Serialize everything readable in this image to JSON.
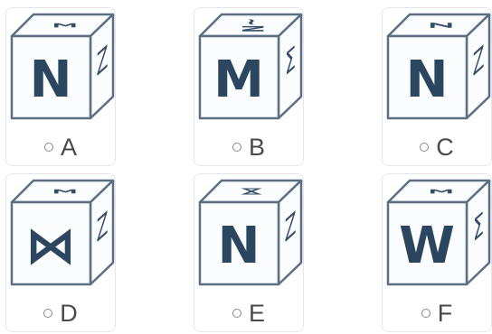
{
  "options": [
    {
      "label": "A",
      "front": "N",
      "top": "Σ",
      "side": "Z"
    },
    {
      "label": "B",
      "front": "M",
      "top": "~N",
      "side": "Σ"
    },
    {
      "label": "C",
      "front": "N",
      "top": "Z",
      "side": "Z"
    },
    {
      "label": "D",
      "front": "⋈",
      "top": "Σ",
      "side": "Z"
    },
    {
      "label": "E",
      "front": "N",
      "top": "⋈",
      "side": "Z"
    },
    {
      "label": "F",
      "front": "W",
      "top": "Σ",
      "side": "Σ"
    }
  ]
}
